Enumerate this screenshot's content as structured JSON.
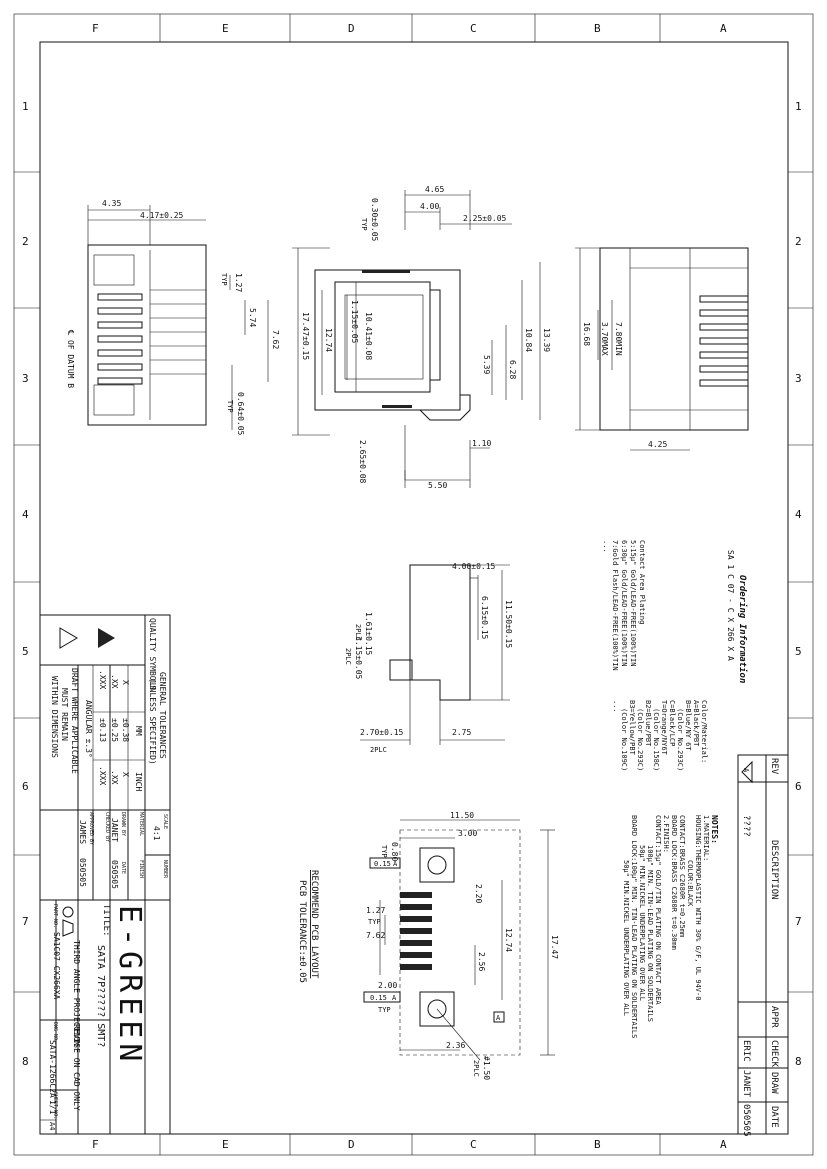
{
  "border": {
    "cols_top": [
      "F",
      "E",
      "D",
      "C",
      "B",
      "A"
    ],
    "cols_bottom": [
      "F",
      "E",
      "D",
      "C",
      "B",
      "A"
    ],
    "rows_left": [
      "1",
      "2",
      "3",
      "4",
      "5",
      "6",
      "7",
      "8"
    ],
    "rows_right": [
      "1",
      "2",
      "3",
      "4",
      "5",
      "6",
      "7",
      "8"
    ]
  },
  "top_view": {
    "dims": [
      "4.35",
      "4.17±0.25",
      "1.27",
      "TYP",
      "5.74",
      "7.62",
      "0.64±0.05",
      "TYP"
    ],
    "datum_label": "℄ OF DATUM B"
  },
  "front_view": {
    "dims": [
      "4.65",
      "4.00",
      "2.25±0.05",
      "0.30±0.05",
      "TYP",
      "17.47±0.15",
      "12.74",
      "1.15±0.05",
      "10.41±0.08",
      "10.84",
      "13.39",
      "5.39",
      "6.28",
      "1.10",
      "2.65±0.08",
      "5.50"
    ]
  },
  "side_view": {
    "dims": [
      "16.68",
      "3.70MAX",
      "7.80MIN",
      "4.25"
    ]
  },
  "profile_view": {
    "dims": [
      "4.00±0.15",
      "6.15±0.15",
      "11.50±0.15",
      "1.61±0.15",
      "2PLC",
      "3.15±0.05",
      "2PLC",
      "2.70±0.15",
      "2PLC",
      "2.75"
    ]
  },
  "pcb_layout": {
    "dims": [
      "11.50",
      "3.00",
      "0.80",
      "TYP",
      "0.15",
      "A",
      "2.20",
      "1.27",
      "TYP",
      "7.62",
      "12.74",
      "2.56",
      "17.47",
      "A",
      "2.00",
      "0.15",
      "A",
      "TYP",
      "2.36",
      "#1.50",
      "2PLC"
    ],
    "caption": [
      "RECOMMEND PCB LAYOUT",
      "PCB TOLERANCE:±0.05"
    ]
  },
  "ordering": {
    "title": "Ordering Information",
    "code": "SA 1 C 07 - C X 266 X A",
    "plating_lines": [
      "Contact Area Plating",
      "5:15μ\" Gold/LEAD-FREE(100%)TIN",
      "6:30μ\" Gold/LEAD-FREE(100%)TIN",
      "7:Gold Flash/LEAD-FREE(100%)TIN",
      "..."
    ],
    "color_lines": [
      "Color/Material:",
      "A=Black/PBT",
      "B=Blue/NY 6T",
      "(Color No.293C)",
      "C=Black/LCP",
      "T=Orange/NY6T",
      "(Color No.158C)",
      "B2=Blue/PBT",
      "(Color No.293C)",
      "B3=Yellow/PBT",
      "(Color No.109C)",
      "..."
    ]
  },
  "notes": {
    "lines": [
      "NOTES:",
      "1.MATERIAL:",
      "HOUSING:THERMOPLASTIC WITH 30% G/F, UL 94V-0",
      "COLOR:BLACK",
      "CONTACT:BRASS C2680R  t=0.25mm",
      "BOARD LOCK:BRASS C2680R  t=0.30mm",
      "2.FINISH:",
      "CONTACT:15μ\" GOLD/TIN PLATING ON CONTACT AREA",
      "100μ\" MIN. TIN-LEAD PLATING ON SOLDERTAILS",
      "50μ\" MIN.NICKEL UNDERPLATING OVER ALL",
      "BOARD LOCK:100μ\" MIN. TIN-LEAD PLATING ON SOLDERTAILS",
      "50μ\" MIN.NICKEL UNDERPLATING OVER ALL"
    ]
  },
  "revision": {
    "headers": [
      "REV",
      "DESCRIPTION",
      "APPR",
      "CHECK",
      "DRAW",
      "DATE"
    ],
    "row": [
      "A",
      "????",
      "",
      "ERIC",
      "JANET",
      "050505"
    ]
  },
  "title_block": {
    "quality": "QUALITY SYMBOLS",
    "tolerances_title": [
      "GENERAL TOLERANCES",
      "(UNLESS SPECIFIED)"
    ],
    "tol_header": [
      "",
      "MM",
      "INCH"
    ],
    "tol_rows": [
      [
        "X",
        "±0.38",
        "X"
      ],
      [
        ".XX",
        "±0.25",
        ".XX"
      ],
      [
        ".XXX",
        "±0.13",
        ".XXX"
      ]
    ],
    "angular": "ANGULAR ±.3°",
    "draft_note": [
      "DRAFT WHERE APPLICABLE",
      "MUST REMAIN",
      "WITHIN DIMENSIONS"
    ],
    "scale_label": "SCALE",
    "scale": "4:1",
    "material_label": "MATERIAL",
    "finish_label": "FINISH",
    "drawn_label": "DRAWN BY",
    "drawn_by": "JANET",
    "drawn_date": "050505",
    "date_label": "DATE",
    "checked_label": "CHECKED BY",
    "approved_label": "APPROVED BY",
    "approved_by": "JAMES",
    "approved_date": "050505",
    "number_label": "NUMBER",
    "company": "E-GREEN",
    "title_label": "TITLE:",
    "title": "SATA 7P?????  SMT?",
    "projection": "THIRD ANGLE PROJECTION",
    "revise_note": "REVISE ON CAD ONLY",
    "part_label": "PART NO.",
    "part_no": "SA1C07-CX266XA",
    "dwg_label": "DWG NO.",
    "dwg_no": "SATA-1266C2A",
    "sheet_label": "SHEET NO.",
    "sheet": "1/1",
    "paper": "A4"
  }
}
